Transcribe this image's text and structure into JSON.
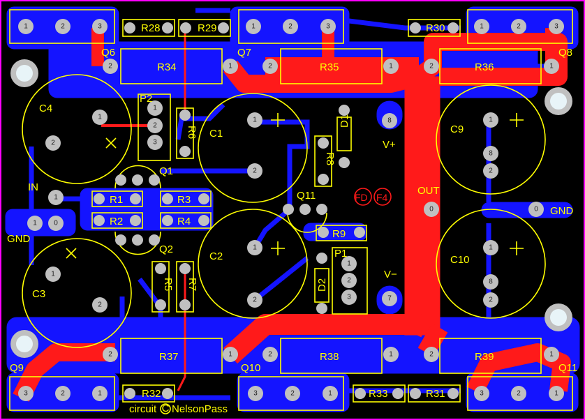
{
  "board": {
    "credit": "circuit",
    "credit_author": "NelsonPass",
    "copyright_mark": "C"
  },
  "colors": {
    "background": "#000000",
    "bottom_copper": "#1414ff",
    "top_copper": "#ff1a1a",
    "silkscreen": "#ffff00",
    "pad": "#c0c0c0",
    "border": "#ff00ff"
  },
  "net_labels": {
    "in": "IN",
    "gnd_left": "GND",
    "gnd_right": "GND",
    "out": "OUT",
    "v_plus": "V+",
    "v_minus": "V−",
    "fd": "FD",
    "f4": "F4"
  },
  "components": {
    "q6": "Q6",
    "q7": "Q7",
    "q8": "Q8",
    "q9": "Q9",
    "q10": "Q10",
    "q11_out": "Q11",
    "q1": "Q1",
    "q2": "Q2",
    "q11": "Q11",
    "r1": "R1",
    "r2": "R2",
    "r3": "R3",
    "r4": "R4",
    "r5": "R5",
    "r6": "R6",
    "r7": "R7",
    "r8": "R8",
    "r9": "R9",
    "r28": "R28",
    "r29": "R29",
    "r30": "R30",
    "r31": "R31",
    "r32": "R32",
    "r33": "R33",
    "r34": "R34",
    "r35": "R35",
    "r36": "R36",
    "r37": "R37",
    "r38": "R38",
    "r39": "R39",
    "c1": "C1",
    "c2": "C2",
    "c3": "C3",
    "c4": "C4",
    "c9": "C9",
    "c10": "C10",
    "d1": "D1",
    "d2": "D2",
    "p1": "P1",
    "p2": "P2"
  },
  "pin_numbers": {
    "one": "1",
    "two": "2",
    "three": "3",
    "zero": "0",
    "seven": "7",
    "eight": "8"
  }
}
